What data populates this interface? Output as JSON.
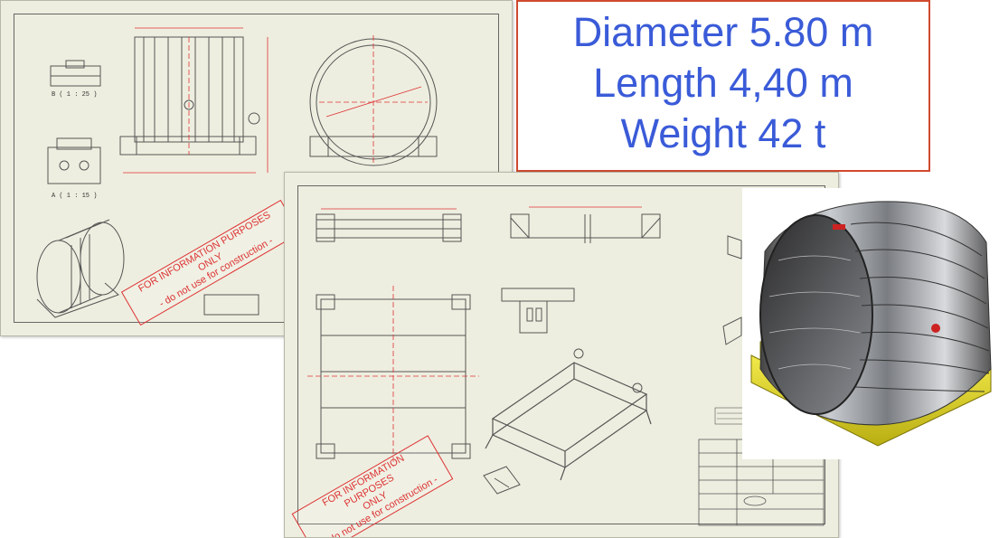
{
  "spec_box": {
    "lines": [
      "Diameter 5.80 m",
      "Length 4,40 m",
      "Weight 42 t"
    ],
    "text_color": "#3a5bd8",
    "border_color": "#d0492e"
  },
  "drawing_sheet_1": {
    "detail_b_label": "B ( 1 : 25 )",
    "detail_a_label": "A ( 1 : 15 )",
    "stamp_line1": "FOR INFORMATION PURPOSES ONLY",
    "stamp_line2": "- do not use for construction -"
  },
  "drawing_sheet_2": {
    "stamp_line1": "FOR INFORMATION PURPOSES",
    "stamp_line2": "ONLY",
    "stamp_line3": "- do not use for construction -"
  },
  "colors": {
    "paper": "#eeeee0",
    "line": "#555555",
    "dimension": "#d33333",
    "frame_yellow": "#e0d52a",
    "steel": "#8a8d92"
  }
}
